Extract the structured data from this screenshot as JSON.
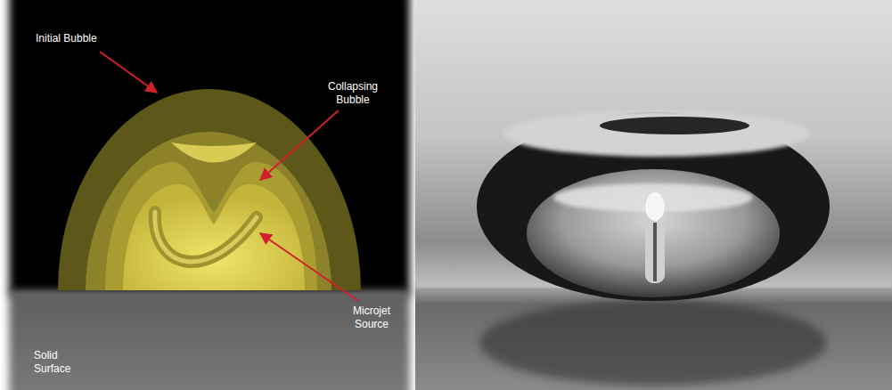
{
  "diagram": {
    "labels": [
      "Initial Bubble",
      "Collapsing Bubble",
      "Microjet Source",
      "Solid Surface"
    ]
  }
}
